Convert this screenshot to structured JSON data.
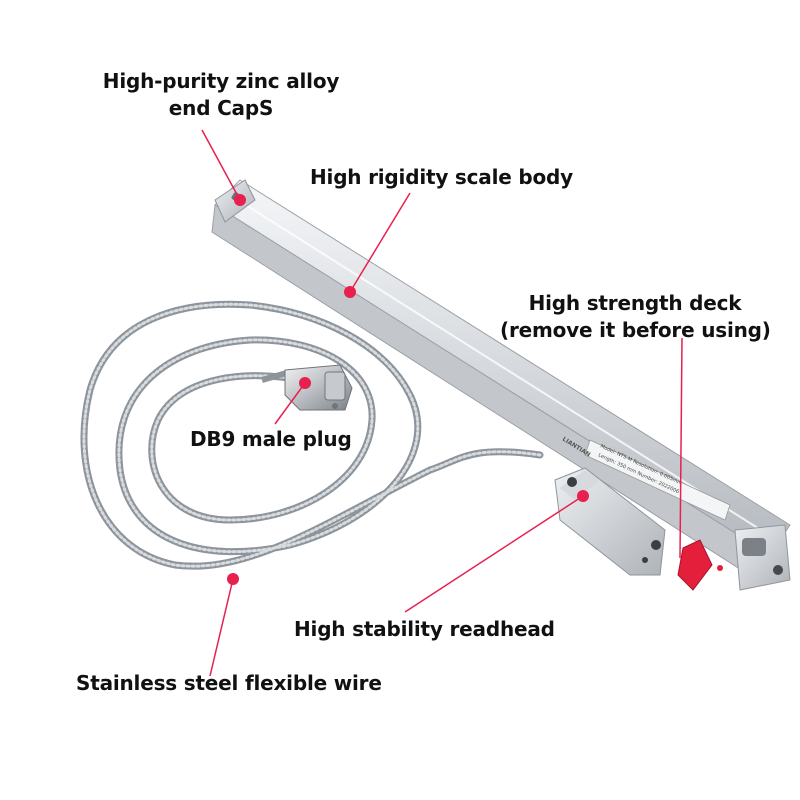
{
  "callouts": {
    "end_caps": {
      "line1": "High-purity zinc alloy",
      "line2": "end CapS"
    },
    "scale_body": "High rigidity scale body",
    "deck": {
      "line1": "High strength deck",
      "line2": "(remove it before using)"
    },
    "plug": "DB9 male plug",
    "readhead": "High stability readhead",
    "wire": "Stainless steel flexible wire"
  },
  "scale_markings": {
    "brand": "LIANTIAN",
    "model_line": "Model: NTS-M   Resolution: 0.005mm",
    "length_line": "Length: 350 mm   Number: 2022006"
  },
  "colors": {
    "marker": "#e8204e",
    "leader": "#e8204e",
    "aluminum": "#d7dade",
    "cable": "#9aa1a8",
    "deck": "#e41f3b"
  }
}
